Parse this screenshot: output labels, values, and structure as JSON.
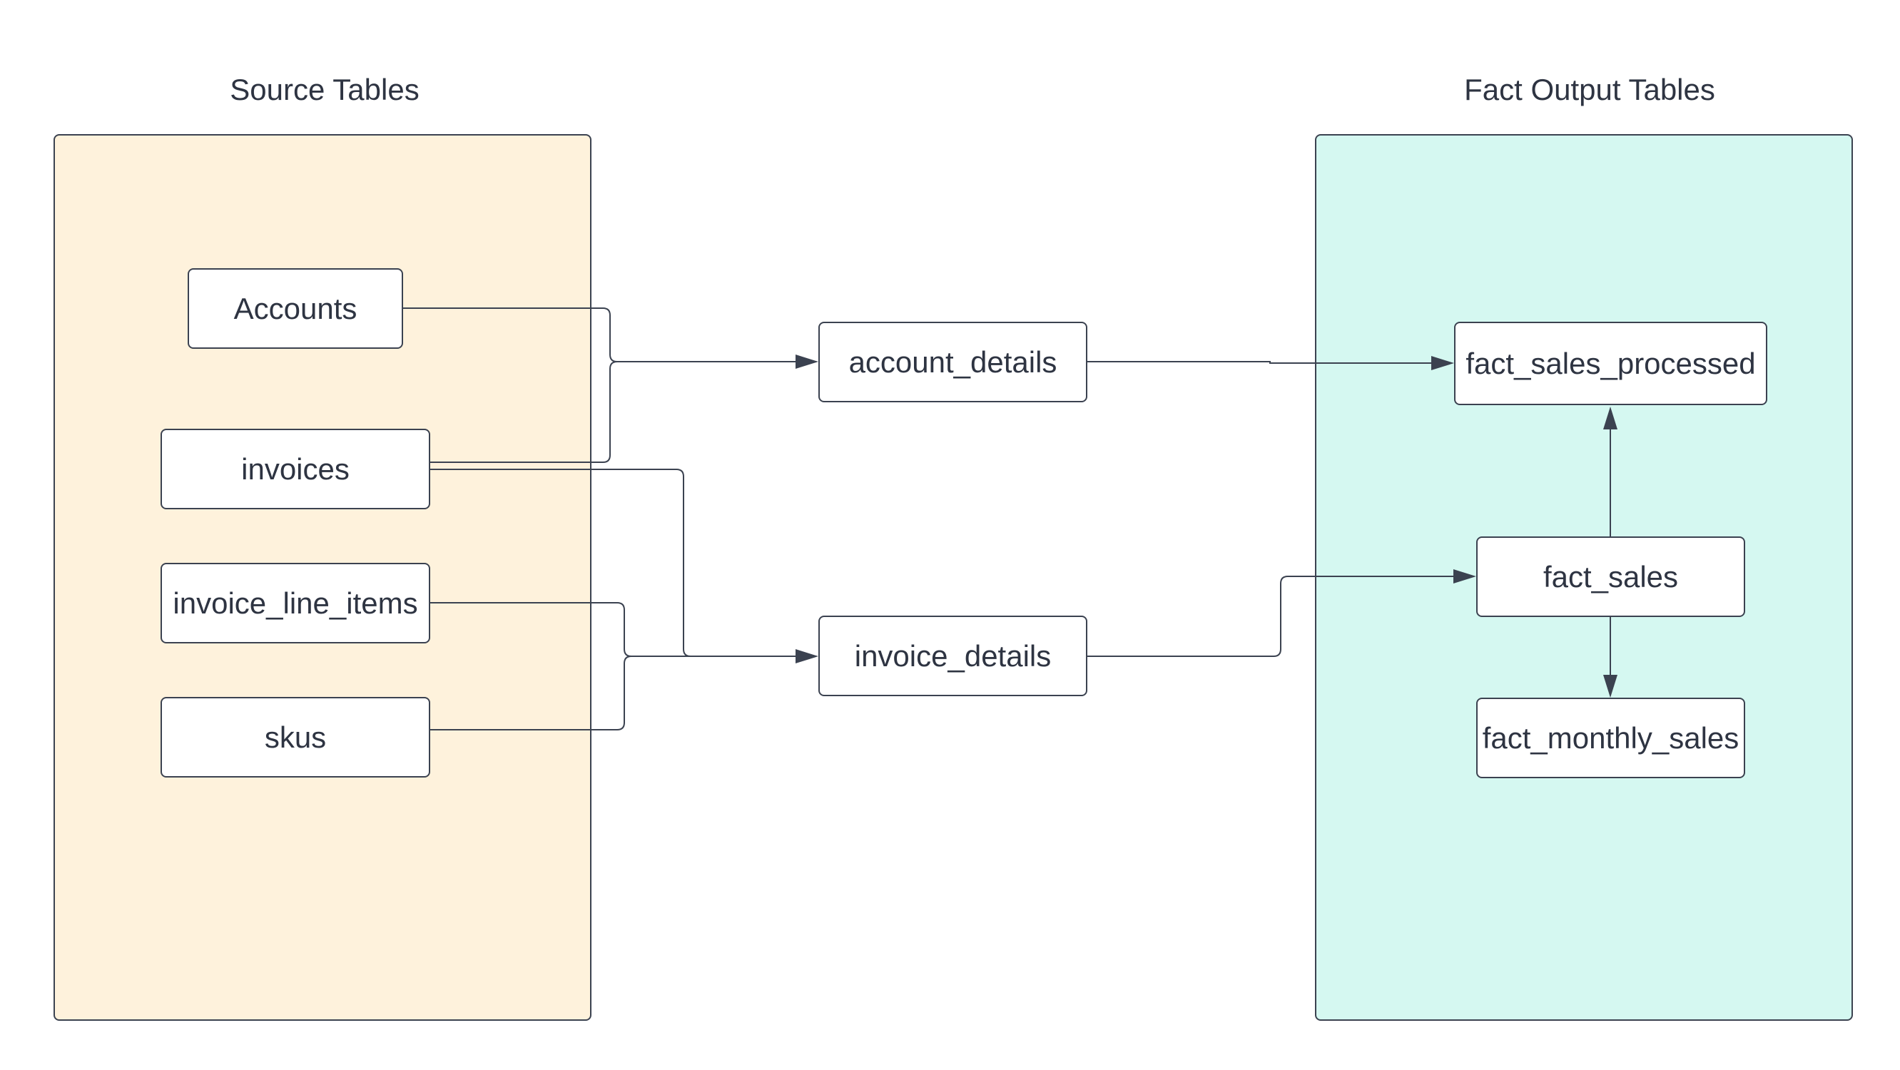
{
  "source_group": {
    "title": "Source Tables",
    "color": "#fef2dc",
    "nodes": [
      "Accounts",
      "invoices",
      "invoice_line_items",
      "skus"
    ]
  },
  "intermediate": {
    "nodes": [
      "account_details",
      "invoice_details"
    ]
  },
  "fact_group": {
    "title": "Fact Output Tables",
    "color": "#d5f8f1",
    "nodes": [
      "fact_sales_processed",
      "fact_sales",
      "fact_monthly_sales"
    ]
  },
  "edges": [
    {
      "from": "Accounts",
      "to": "account_details"
    },
    {
      "from": "invoices",
      "to": "account_details"
    },
    {
      "from": "invoices",
      "to": "invoice_details"
    },
    {
      "from": "invoice_line_items",
      "to": "invoice_details"
    },
    {
      "from": "skus",
      "to": "invoice_details"
    },
    {
      "from": "account_details",
      "to": "fact_sales_processed"
    },
    {
      "from": "invoice_details",
      "to": "fact_sales"
    },
    {
      "from": "fact_sales",
      "to": "fact_sales_processed"
    },
    {
      "from": "fact_sales",
      "to": "fact_monthly_sales"
    }
  ],
  "colors": {
    "stroke": "#3b4250",
    "text": "#2e3442"
  }
}
